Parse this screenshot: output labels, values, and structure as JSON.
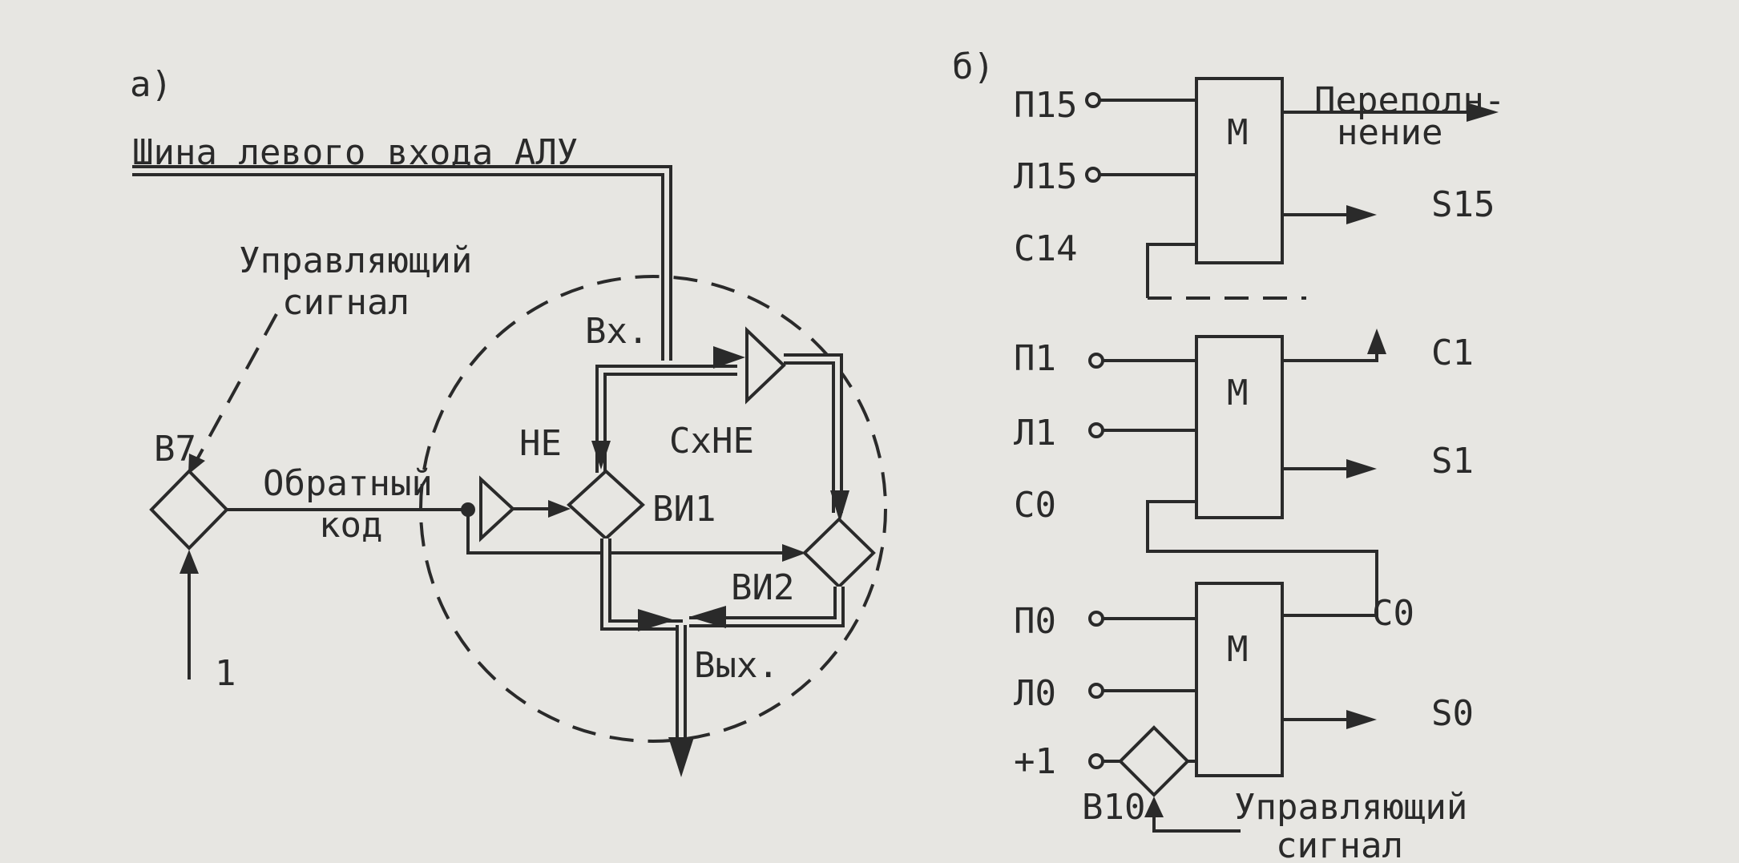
{
  "panel_a": {
    "label": "а)",
    "bus_label": "Шина левого входа АЛУ",
    "control_label_1": "Управляющий",
    "control_label_2": "сигнал",
    "valve_label": "В7",
    "inverse_label_1": "Обратный",
    "inverse_label_2": "код",
    "input_one": "1",
    "in_label": "Вх.",
    "not_label": "НЕ",
    "sxne_label": "СхНЕ",
    "vi1_label": "ВИ1",
    "vi2_label": "ВИ2",
    "out_label": "Вых."
  },
  "panel_b": {
    "label": "б)",
    "p15": "П15",
    "l15": "Л15",
    "c14": "С14",
    "overflow_1": "Переполн-",
    "overflow_2": "нение",
    "s15": "S15",
    "p1": "П1",
    "l1": "Л1",
    "c0_in": "С0",
    "c1": "С1",
    "s1": "S1",
    "p0": "П0",
    "l0": "Л0",
    "plus1": "+1",
    "c0_out": "С0",
    "s0": "S0",
    "valve_label": "В10",
    "control_label_1": "Управляющий",
    "control_label_2": "сигнал",
    "adder_label": "М"
  }
}
